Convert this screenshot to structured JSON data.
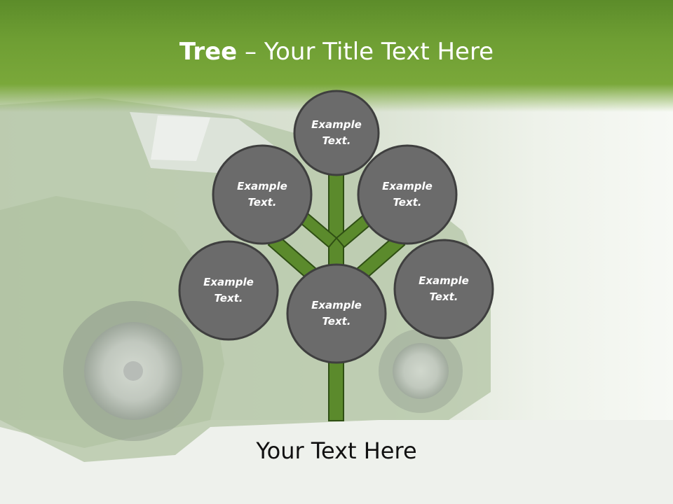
{
  "title": {
    "bold": "Tree",
    "rest": " – Your Title Text Here"
  },
  "nodes": [
    {
      "id": "top",
      "label": "Example\nText."
    },
    {
      "id": "upper-left",
      "label": "Example\nText."
    },
    {
      "id": "upper-right",
      "label": "Example\nText."
    },
    {
      "id": "middle-left",
      "label": "Example\nText."
    },
    {
      "id": "middle-right",
      "label": "Example\nText."
    },
    {
      "id": "trunk",
      "label": "Example\nText."
    }
  ],
  "footer": "Your Text Here",
  "colors": {
    "header_green": "#6e9e33",
    "branch_green": "#5b8a2c",
    "branch_stroke": "#2f4f14",
    "node_fill": "#6b6b6b",
    "node_stroke": "#3f3f3f",
    "node_text": "#ffffff"
  },
  "background_image": "grass-covered-car"
}
